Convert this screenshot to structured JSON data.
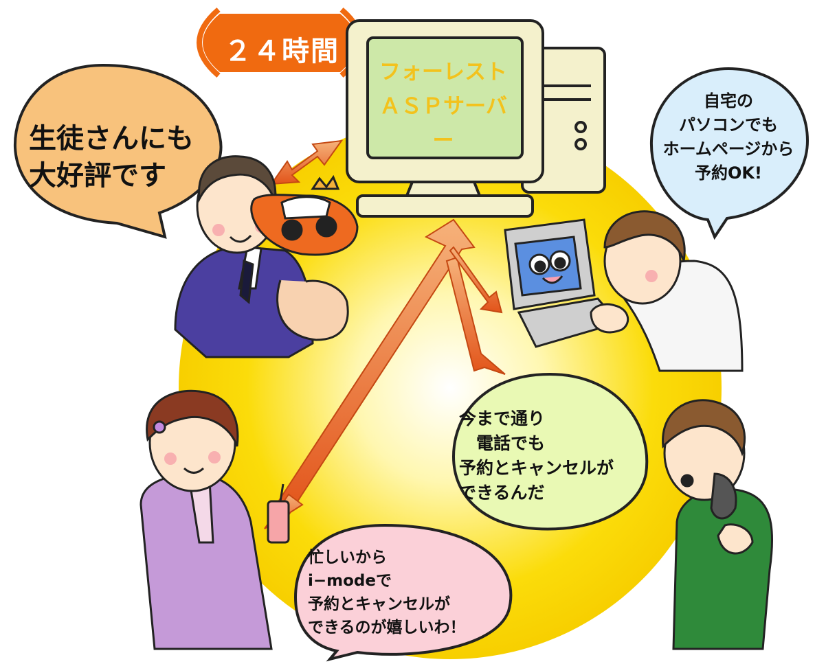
{
  "badge": {
    "label": "２４時間",
    "color": "#f06a10"
  },
  "server": {
    "label": "フォーレスト\nＡＳＰサーバー",
    "screen_color": "#cde8a8",
    "text_color": "#f3c21c"
  },
  "bubbles": {
    "student": {
      "text": "生徒さんにも\n大好評です",
      "color": "#f8c27c"
    },
    "home_pc": {
      "text": "自宅の\nパソコンでも\nホームページから\n予約OK!",
      "color": "#d9eefb"
    },
    "phone": {
      "text": "今まで通り\n　電話でも\n予約とキャンセルが\nできるんだ",
      "color": "#e9f9b4"
    },
    "imode": {
      "text": "忙しいから\ni−modeで\n予約とキャンセルが\nできるのが嬉しいわ！",
      "color": "#fbd0d8"
    }
  },
  "background_circle_color": "#fbdc0a",
  "arrow_color": "#e8551c"
}
